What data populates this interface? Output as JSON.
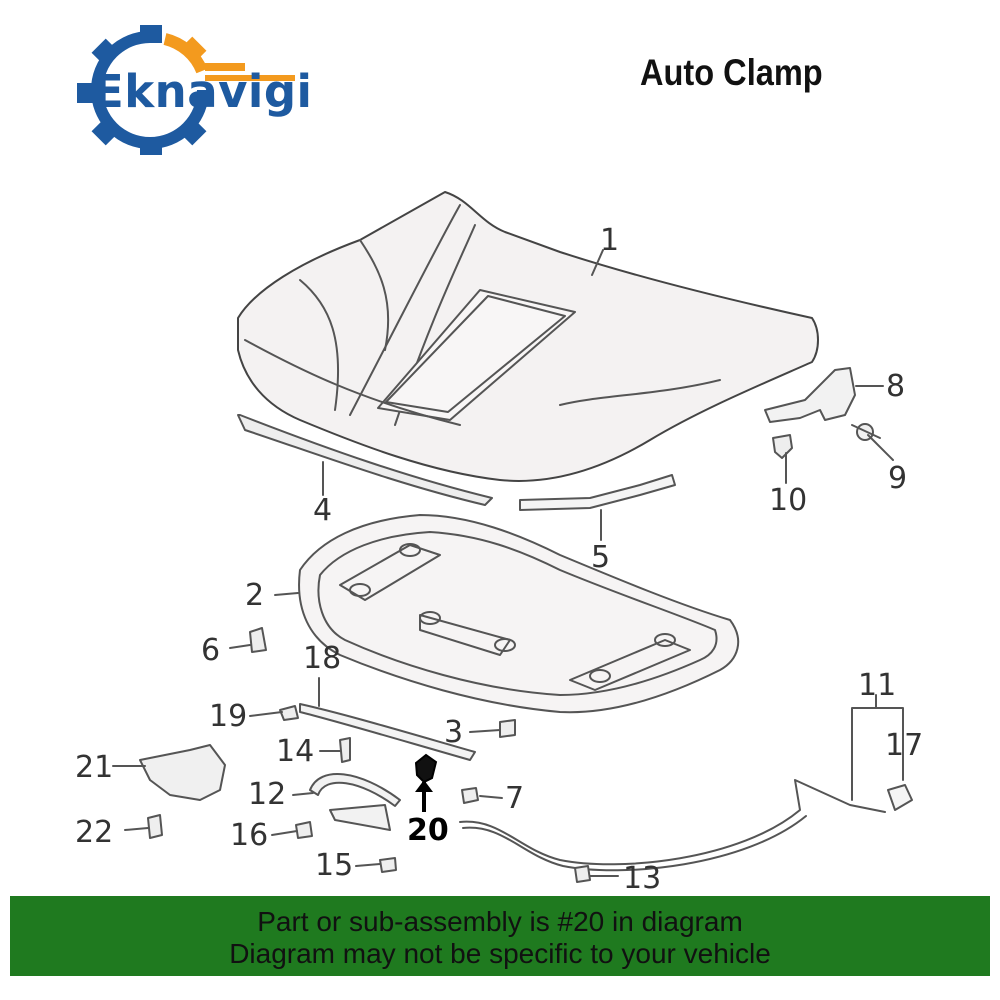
{
  "brand": {
    "name": "Eknavigi",
    "gear_color": "#1e5aa0",
    "accent_color": "#f39a1e"
  },
  "title": "Auto Clamp",
  "callouts": [
    "1",
    "2",
    "3",
    "4",
    "5",
    "6",
    "7",
    "8",
    "9",
    "10",
    "11",
    "12",
    "13",
    "14",
    "15",
    "16",
    "17",
    "18",
    "19",
    "20",
    "21",
    "22"
  ],
  "highlight": "20",
  "footer": {
    "line1": "Part or sub-assembly is #20 in diagram",
    "line2": "Diagram may not be specific to your vehicle",
    "background": "#1f7a1f"
  }
}
